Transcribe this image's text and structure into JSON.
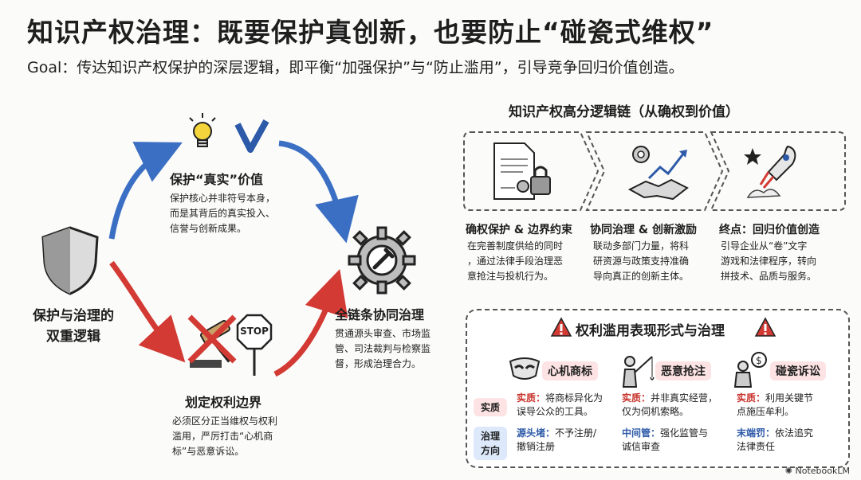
{
  "header": {
    "title": "知识产权治理：既要保护真创新，也要防止“碰瓷式维权”",
    "goal": "Goal：传达知识产权保护的深层逻辑，即平衡“加强保护”与“防止滥用”，引导竞争回归价值创造。"
  },
  "left_diagram": {
    "center_label_line1": "保护与治理的",
    "center_label_line2": "双重逻辑",
    "protect": {
      "title": "保护“真实”价值",
      "desc_lines": [
        "保护核心并非符号本身，",
        "而是其背后的真实投入、",
        "信誉与创新成果。"
      ]
    },
    "boundary": {
      "title": "划定权利边界",
      "desc_lines": [
        "必须区分正当维权与权利",
        "滥用，严厉打击“心机商",
        "标”与恶意诉讼。"
      ]
    },
    "chain": {
      "title": "全链条协同治理",
      "desc_lines": [
        "贯通源头审查、市场监",
        "管、司法裁判与检察监",
        "督，形成治理合力。"
      ]
    },
    "stop_sign_text": "STOP"
  },
  "logic_chain": {
    "title": "知识产权高分逻辑链（从确权到价值）",
    "steps": [
      {
        "title": "确权保护 & 边界约束",
        "desc_lines": [
          "在完善制度供给的同时",
          "，通过法律手段治理恶",
          "意抢注与投机行为。"
        ]
      },
      {
        "title": "协同治理 & 创新激励",
        "desc_lines": [
          "联动多部门力量，将科",
          "研资源与政策支持准确",
          "导向真正的创新主体。"
        ]
      },
      {
        "title": "终点：回归价值创造",
        "desc_lines": [
          "引导企业从“卷”文字",
          "游戏和法律程序，转向",
          "拼技术、品质与服务。"
        ]
      }
    ]
  },
  "abuse": {
    "title": "权利滥用表现形式与治理",
    "row_label_essence": "实质",
    "row_label_direction_1": "治理",
    "row_label_direction_2": "方向",
    "types": [
      {
        "name": "心机商标",
        "essence_key": "实质：",
        "essence_lines": [
          "将商标异化为",
          "误导公众的工具。"
        ],
        "gov_key": "源头堵：",
        "gov_lines": [
          "不予注册/",
          "撤销注册"
        ]
      },
      {
        "name": "恶意抢注",
        "essence_key": "实质：",
        "essence_lines": [
          "并非真实经营，",
          "仅为伺机索略。"
        ],
        "gov_key": "中间管：",
        "gov_lines": [
          "强化监管与",
          "诚信审查"
        ]
      },
      {
        "name": "碰瓷诉讼",
        "essence_key": "实质：",
        "essence_lines": [
          "利用关键节",
          "点施压牟利。"
        ],
        "gov_key": "末端罚：",
        "gov_lines": [
          "依法追究",
          "法律责任"
        ]
      }
    ]
  },
  "footer": {
    "brand": "NotebookLM"
  },
  "colors": {
    "accent_red": "#c8322b",
    "accent_blue": "#2d5aa8",
    "tag_red_bg": "#fde3e3",
    "tag_blue_bg": "#dde9fb"
  },
  "icons": [
    "shield-icon",
    "lightbulb-icon",
    "checkmark-icon",
    "gear-wrench-icon",
    "gavel-crossed-icon",
    "stop-sign-icon",
    "document-lock-icon",
    "handshake-growth-icon",
    "rocket-icon",
    "warning-icon",
    "mask-icon",
    "fishing-person-icon",
    "money-person-icon",
    "notebooklm-logo-icon"
  ]
}
